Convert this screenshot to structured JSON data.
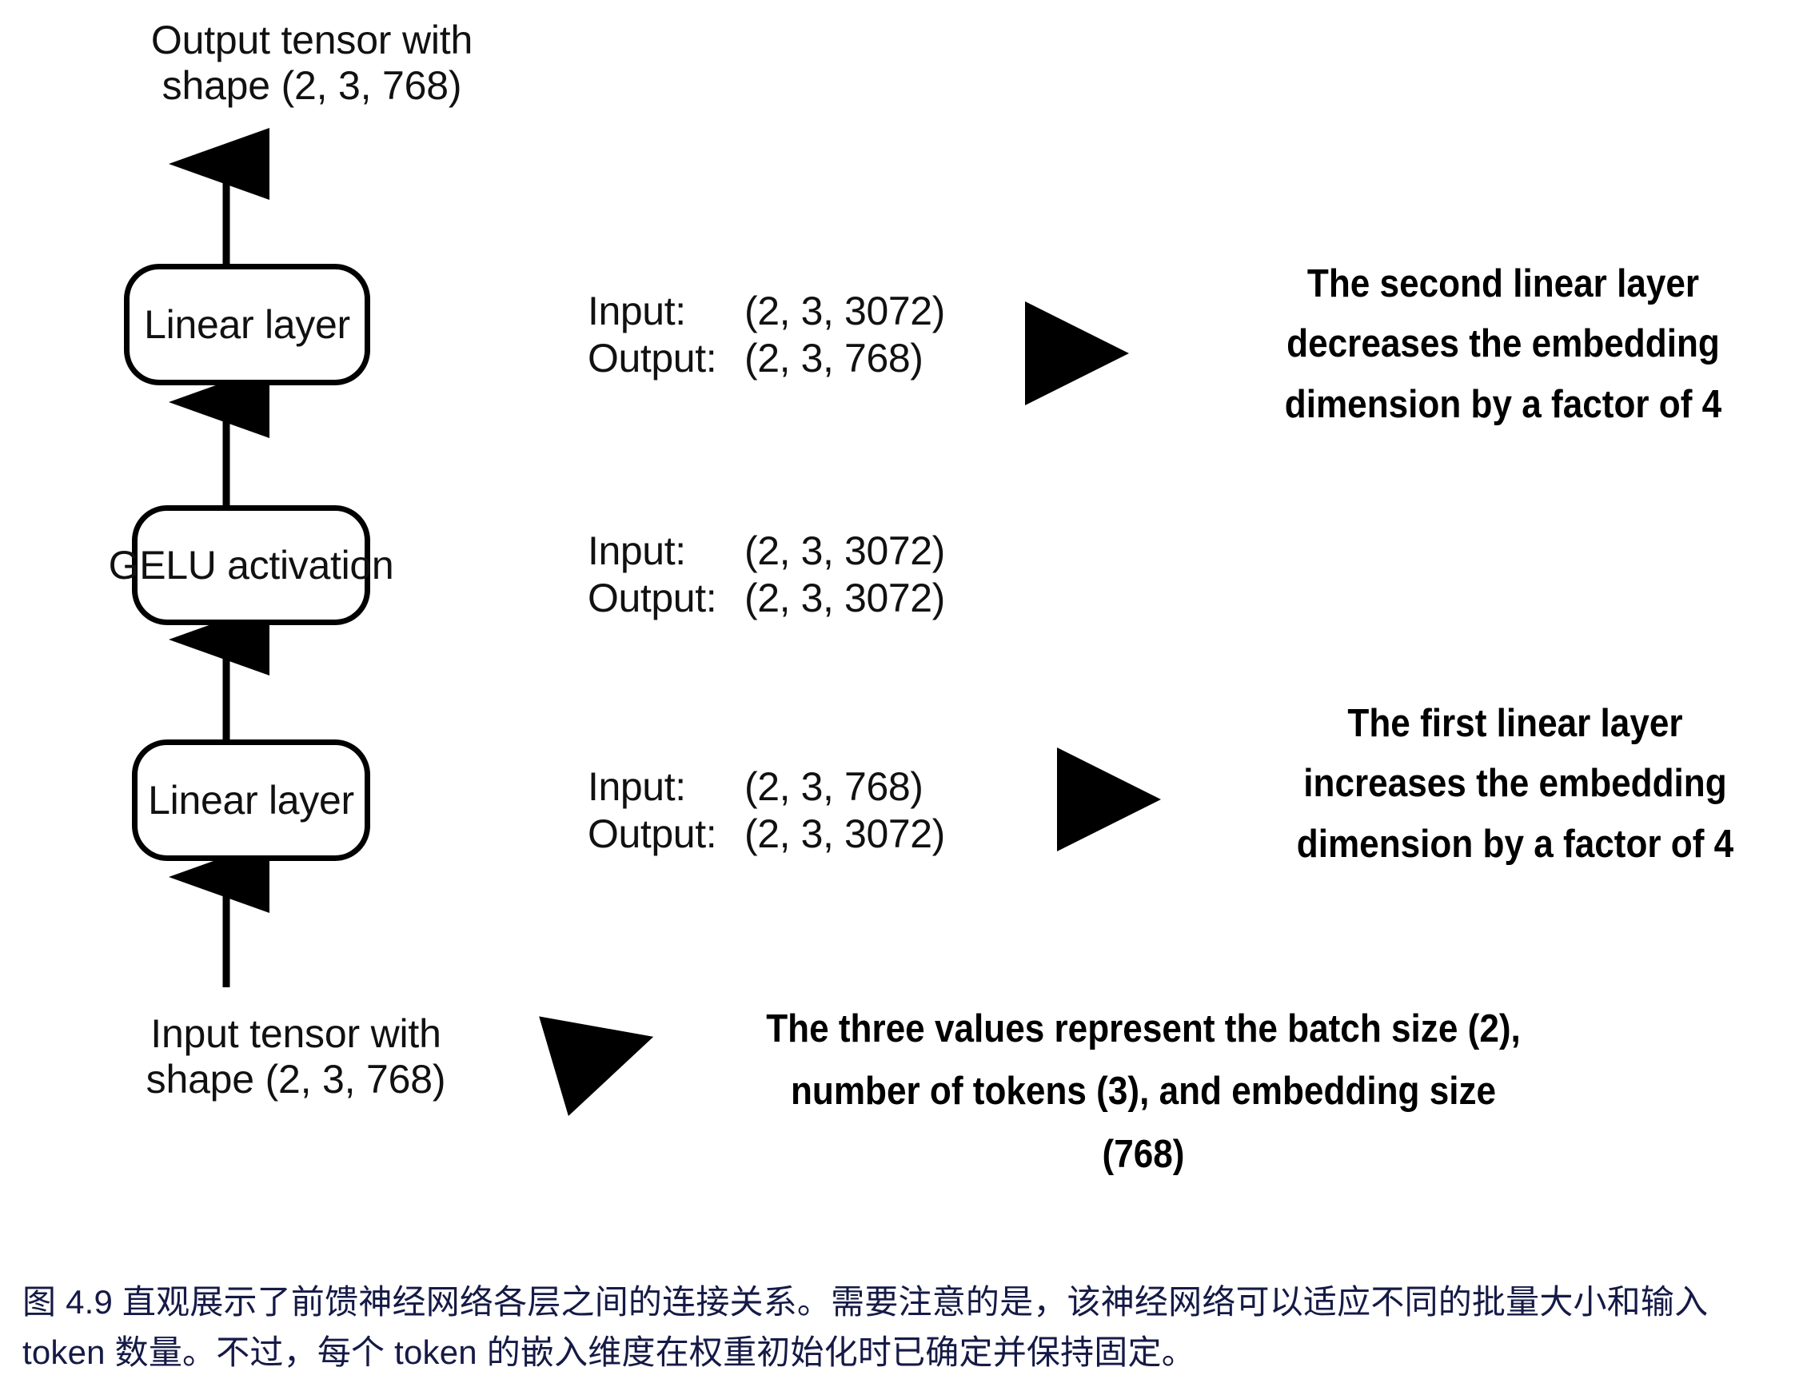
{
  "figure": {
    "top_label": "Output tensor with\nshape (2, 3, 768)",
    "bottom_label": "Input tensor with\nshape (2, 3, 768)",
    "nodes": [
      {
        "id": "linear-2",
        "label": "Linear layer"
      },
      {
        "id": "gelu",
        "label": "GELU activation"
      },
      {
        "id": "linear-1",
        "label": "Linear layer"
      }
    ],
    "io_specs": [
      {
        "for": "linear-2",
        "input_key": "Input:",
        "input_value": "(2, 3, 3072)",
        "output_key": "Output:",
        "output_value": "(2, 3, 768)"
      },
      {
        "for": "gelu",
        "input_key": "Input:",
        "input_value": "(2, 3, 3072)",
        "output_key": "Output:",
        "output_value": "(2, 3, 3072)"
      },
      {
        "for": "linear-1",
        "input_key": "Input:",
        "input_value": "(2, 3, 768)",
        "output_key": "Output:",
        "output_value": "(2, 3, 3072)"
      }
    ],
    "annotations": [
      {
        "id": "second-linear-note",
        "text": "The second linear layer\ndecreases the embedding\ndimension by a factor of 4"
      },
      {
        "id": "first-linear-note",
        "text": "The first linear layer\nincreases the embedding\ndimension by a factor of 4"
      },
      {
        "id": "three-values-note",
        "text": "The three values represent the batch size (2),\nnumber of tokens (3), and embedding size\n(768)"
      }
    ],
    "colors": {
      "stroke": "#000000",
      "text": "#111111",
      "caption": "#151a46",
      "background": "#ffffff"
    }
  },
  "caption": {
    "text": "图 4.9 直观展示了前馈神经网络各层之间的连接关系。需要注意的是，该神经网络可以适应不同的批量大小和输入 token 数量。不过，每个 token 的嵌入维度在权重初始化时已确定并保持固定。"
  }
}
